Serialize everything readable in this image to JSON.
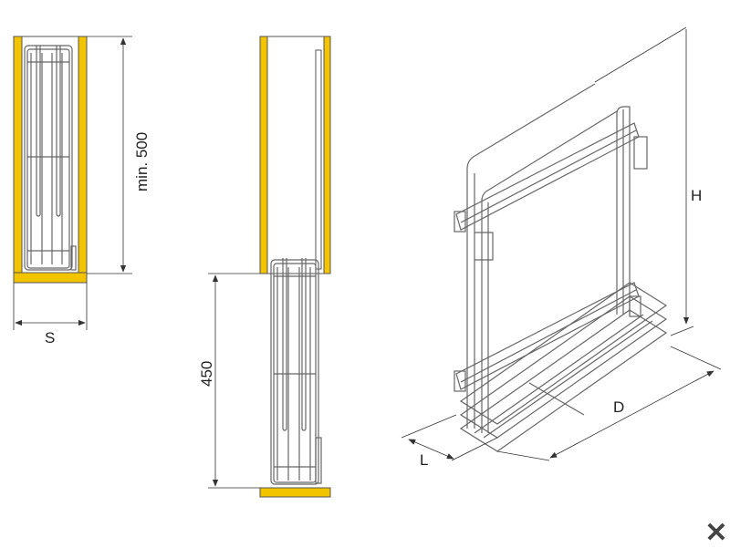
{
  "diagram": {
    "labels": {
      "min_height": "min. 500",
      "width": "S",
      "extension": "450",
      "height": "H",
      "depth": "D",
      "length": "L"
    },
    "colors": {
      "panel": "#f2c400",
      "outline": "#555555",
      "wire": "#666666"
    }
  },
  "lightbox": {
    "close_glyph": "✕"
  }
}
